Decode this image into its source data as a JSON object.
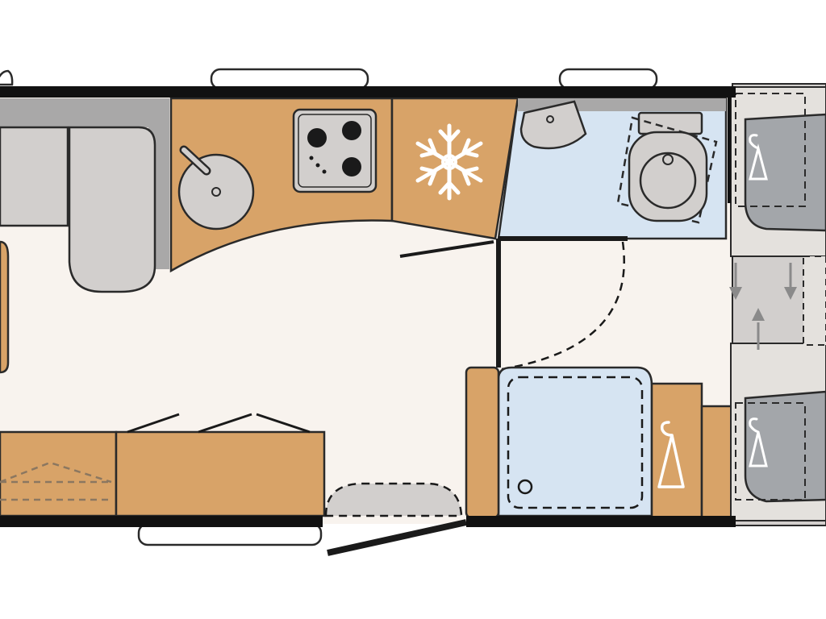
{
  "floorplan": {
    "type": "motorhome-layout",
    "palette": {
      "wood": "#d8a368",
      "floor": "#f8f3ee",
      "wet_room": "#d6e4f2",
      "upholstery": "#d2cfcd",
      "gray_panel": "#a9a8a8",
      "bed_fabric": "#a3a6aa",
      "walls": "#111111",
      "outline": "#2a2a2a",
      "white": "#ffffff"
    },
    "zones": [
      "dinette",
      "kitchen",
      "fridge",
      "bathroom",
      "shower",
      "wardrobe",
      "rear-beds",
      "entrance"
    ],
    "icons": [
      "sink-icon",
      "hob-icon",
      "snowflake-icon",
      "washbasin-icon",
      "toilet-icon",
      "shower-drain-icon",
      "hanger-icon",
      "hanger-icon",
      "hanger-icon",
      "down-arrow-icon",
      "up-arrow-icon"
    ]
  }
}
